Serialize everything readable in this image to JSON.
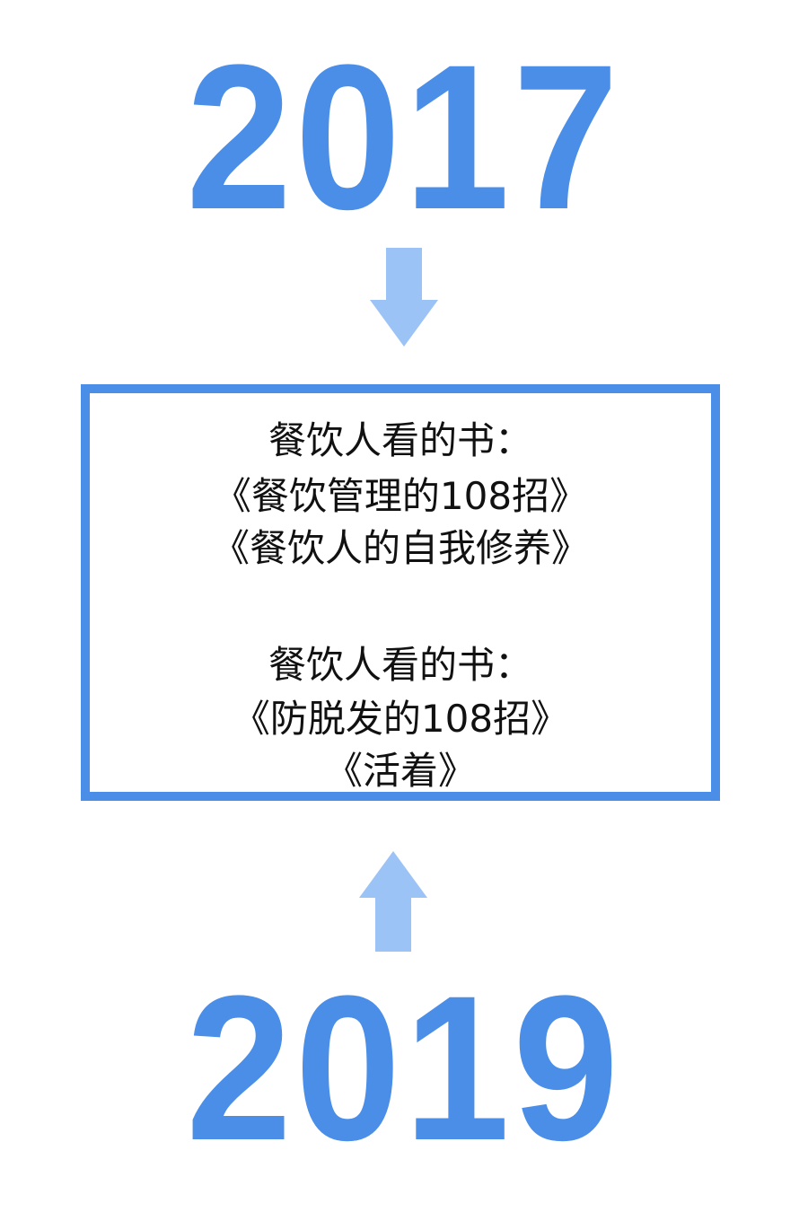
{
  "years": {
    "top": "2017",
    "bottom": "2019"
  },
  "box": {
    "group_2017": {
      "heading": "餐饮人看的书：",
      "books": [
        "《餐饮管理的108招》",
        "《餐饮人的自我修养》"
      ]
    },
    "group_2019": {
      "heading": "餐饮人看的书：",
      "books": [
        "《防脱发的108招》",
        "《活着》"
      ]
    }
  },
  "colors": {
    "accent": "#4a8ee8",
    "arrow": "#9cc3f5"
  }
}
